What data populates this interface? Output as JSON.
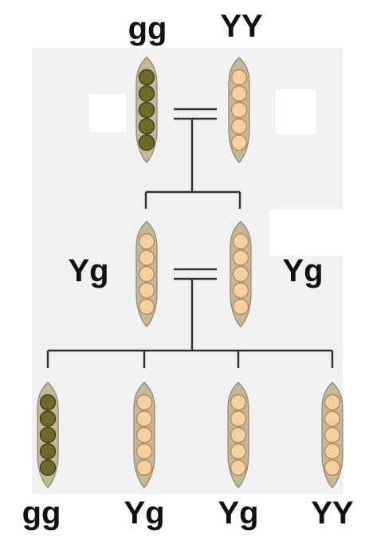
{
  "labels": {
    "parent_left": "gg",
    "parent_right": "YY",
    "f1_left": "Yg",
    "f1_right": "Yg",
    "f2_1": "gg",
    "f2_2": "Yg",
    "f2_3": "Yg",
    "f2_4": "YY"
  },
  "colors": {
    "background_panel": "#f1f1f1",
    "pod_shell": "#c4b89a",
    "pod_shell_stroke": "#8f8672",
    "green_pea": "#6b6b2e",
    "green_pea_stroke": "#3f3f16",
    "yellow_pea": "#f4cf9f",
    "yellow_pea_stroke": "#b58a5a",
    "line": "#333333"
  },
  "pods": [
    {
      "id": "parent-left-pod",
      "pea": "green"
    },
    {
      "id": "parent-right-pod",
      "pea": "yellow"
    },
    {
      "id": "f1-left-pod",
      "pea": "yellow"
    },
    {
      "id": "f1-right-pod",
      "pea": "yellow"
    },
    {
      "id": "f2-pod-1",
      "pea": "green"
    },
    {
      "id": "f2-pod-2",
      "pea": "yellow"
    },
    {
      "id": "f2-pod-3",
      "pea": "yellow"
    },
    {
      "id": "f2-pod-4",
      "pea": "yellow"
    }
  ]
}
